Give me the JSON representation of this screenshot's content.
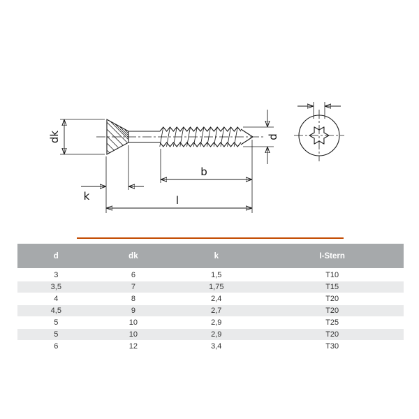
{
  "colors": {
    "accent_line": "#c24a00",
    "table_header_bg": "#a6a9ab",
    "table_row_alt": "#e9eaeb",
    "drawing_stroke": "#1a1a1a"
  },
  "diagram": {
    "labels": {
      "head_diameter": "dk",
      "head_height": "k",
      "thread_length": "b",
      "total_length": "l",
      "diameter": "d"
    }
  },
  "table": {
    "columns": [
      "d",
      "dk",
      "k",
      "I-Stern"
    ],
    "rows": [
      [
        "3",
        "6",
        "1,5",
        "T10"
      ],
      [
        "3,5",
        "7",
        "1,75",
        "T15"
      ],
      [
        "4",
        "8",
        "2,4",
        "T20"
      ],
      [
        "4,5",
        "9",
        "2,7",
        "T20"
      ],
      [
        "5",
        "10",
        "2,9",
        "T25"
      ],
      [
        "5",
        "10",
        "2,9",
        "T20"
      ],
      [
        "6",
        "12",
        "3,4",
        "T30"
      ]
    ]
  }
}
